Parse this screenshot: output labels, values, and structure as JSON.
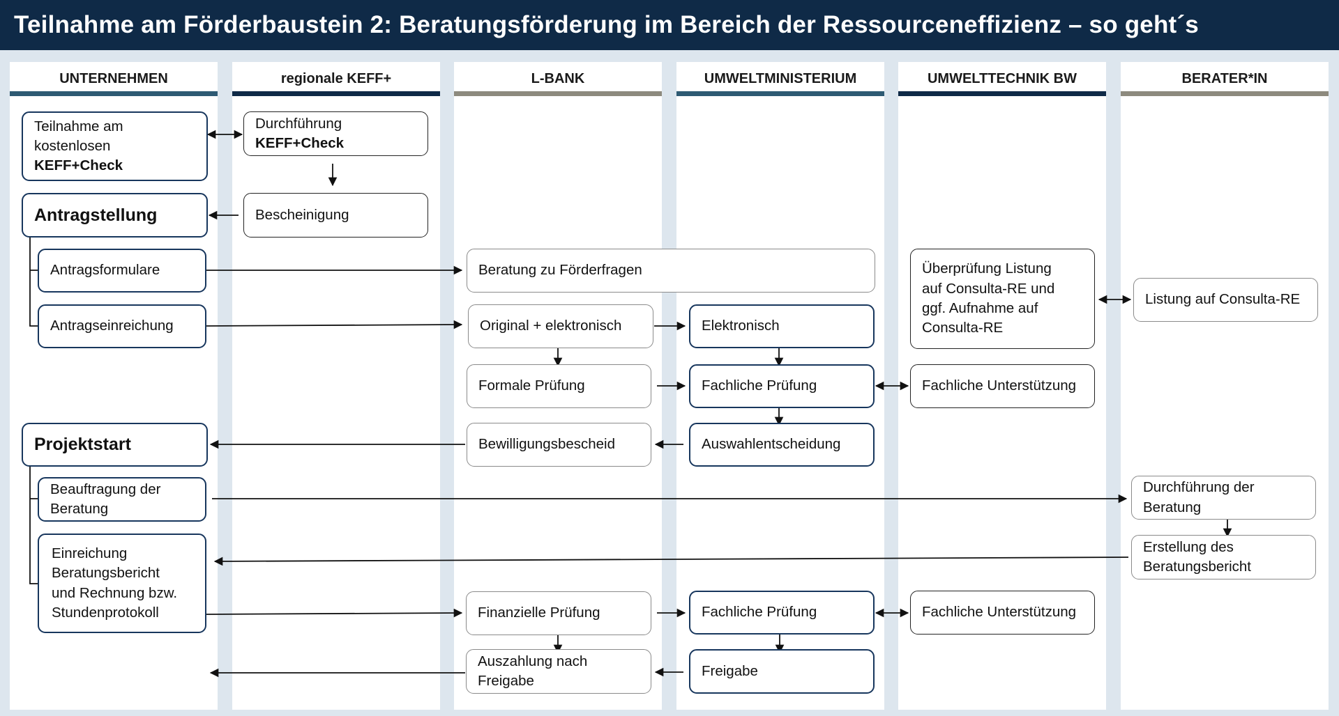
{
  "title": "Teilnahme am Förderbaustein 2: Beratungsförderung im Bereich der Ressourceneffizienz – so geht´s",
  "colors": {
    "header_bg": "#0f2a47",
    "bar_teal": "#2e5a73",
    "bar_navy": "#0f2a47",
    "bar_grey": "#8d8a7e",
    "box_border_dark": "#17365d"
  },
  "columns": [
    {
      "label": "UNTERNEHMEN"
    },
    {
      "label": "regionale KEFF+"
    },
    {
      "label": "L-BANK"
    },
    {
      "label": "UMWELTMINISTERIUM"
    },
    {
      "label": "UMWELTTECHNIK BW"
    },
    {
      "label": "BERATER*IN"
    }
  ],
  "boxes": {
    "teilnahme_line1": "Teilnahme am",
    "teilnahme_line2": "kostenlosen",
    "teilnahme_line3": "KEFF+Check",
    "durchfuehrung_line1": "Durchführung",
    "durchfuehrung_line2": "KEFF+Check",
    "antragstellung": "Antragstellung",
    "bescheinigung": "Bescheinigung",
    "antragsformulare": "Antragsformulare",
    "antragseinreichung": "Antragseinreichung",
    "beratung_foerderfragen": "Beratung zu Förderfragen",
    "ueberpruefung_line1": "Überprüfung Listung",
    "ueberpruefung_line2": "auf Consulta-RE und",
    "ueberpruefung_line3": "ggf. Aufnahme auf",
    "ueberpruefung_line4": "Consulta-RE",
    "listung": "Listung auf Consulta-RE",
    "original_elektronisch": "Original + elektronisch",
    "elektronisch": "Elektronisch",
    "formale_pruefung": "Formale Prüfung",
    "fachliche_pruefung_1": "Fachliche Prüfung",
    "fachliche_unterstuetzung_1": "Fachliche Unterstützung",
    "projektstart": "Projektstart",
    "bewilligungsbescheid": "Bewilligungsbescheid",
    "auswahlentscheidung": "Auswahlentscheidung",
    "beauftragung_line1": "Beauftragung der",
    "beauftragung_line2": "Beratung",
    "durchfuehrung_beratung_line1": "Durchführung der",
    "durchfuehrung_beratung_line2": "Beratung",
    "einreichung_line1": "Einreichung",
    "einreichung_line2": "Beratungsbericht",
    "einreichung_line3": "und Rechnung bzw.",
    "einreichung_line4": "Stundenprotokoll",
    "erstellung_line1": "Erstellung des",
    "erstellung_line2": "Beratungsbericht",
    "finanzielle_pruefung": "Finanzielle Prüfung",
    "fachliche_pruefung_2": "Fachliche Prüfung",
    "fachliche_unterstuetzung_2": "Fachliche Unterstützung",
    "auszahlung_line1": "Auszahlung nach",
    "auszahlung_line2": "Freigabe",
    "freigabe": "Freigabe"
  }
}
